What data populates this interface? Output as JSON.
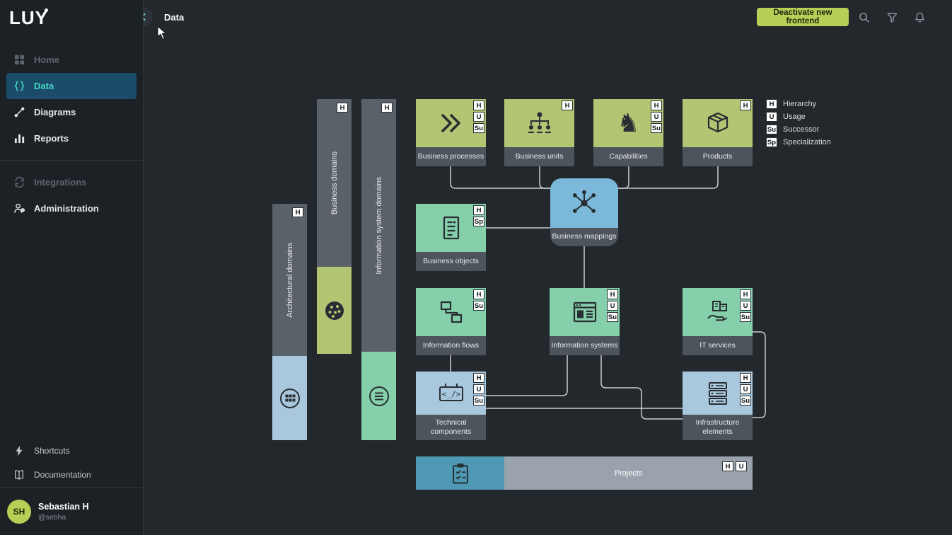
{
  "app": {
    "logo": "LUY",
    "page_title": "Data"
  },
  "topbar": {
    "deactivate_label": "Deactivate new frontend"
  },
  "sidebar": {
    "items": [
      {
        "label": "Home"
      },
      {
        "label": "Data"
      },
      {
        "label": "Diagrams"
      },
      {
        "label": "Reports"
      },
      {
        "label": "Integrations"
      },
      {
        "label": "Administration"
      }
    ],
    "footer_items": [
      {
        "label": "Shortcuts"
      },
      {
        "label": "Documentation"
      }
    ],
    "user": {
      "initials": "SH",
      "name": "Sebastian H",
      "handle": "@sebha"
    }
  },
  "legend": {
    "items": [
      {
        "badge": "H",
        "label": "Hierarchy"
      },
      {
        "badge": "U",
        "label": "Usage"
      },
      {
        "badge": "Su",
        "label": "Successor"
      },
      {
        "badge": "Sp",
        "label": "Specialization"
      }
    ]
  },
  "diagram": {
    "domains": [
      {
        "label": "Architectural domains",
        "badges": [
          "H"
        ]
      },
      {
        "label": "Business domains",
        "badges": [
          "H"
        ]
      },
      {
        "label": "Information system domains",
        "badges": [
          "H"
        ]
      }
    ],
    "nodes": [
      {
        "label": "Business processes",
        "badges": [
          "H",
          "U",
          "Su"
        ]
      },
      {
        "label": "Business units",
        "badges": [
          "H"
        ]
      },
      {
        "label": "Capabilities",
        "badges": [
          "H",
          "U",
          "Su"
        ]
      },
      {
        "label": "Products",
        "badges": [
          "H"
        ]
      },
      {
        "label": "Business mappings",
        "badges": []
      },
      {
        "label": "Business objects",
        "badges": [
          "H",
          "Sp"
        ]
      },
      {
        "label": "Information flows",
        "badges": [
          "H",
          "Su"
        ]
      },
      {
        "label": "Information systems",
        "badges": [
          "H",
          "U",
          "Su"
        ]
      },
      {
        "label": "IT services",
        "badges": [
          "H",
          "U",
          "Su"
        ]
      },
      {
        "label": "Technical components",
        "badges": [
          "H",
          "U",
          "Su"
        ]
      },
      {
        "label": "Infrastructure elements",
        "badges": [
          "H",
          "U",
          "Su"
        ]
      },
      {
        "label": "Projects",
        "badges": [
          "H",
          "U"
        ]
      }
    ],
    "colors": {
      "olive": "#b2c572",
      "mint": "#85cfaa",
      "light_blue": "#a9c7dd",
      "blue": "#7cb8d9",
      "teal": "#4f99b4",
      "bar_gray": "#5a6168",
      "label_gray": "#4d545c",
      "accent_teal": "#45d6c4",
      "button_green": "#b8cf55",
      "active_blue": "#1b4d6a",
      "sidebar_bg": "#1c2126",
      "main_bg": "#23282d"
    }
  }
}
